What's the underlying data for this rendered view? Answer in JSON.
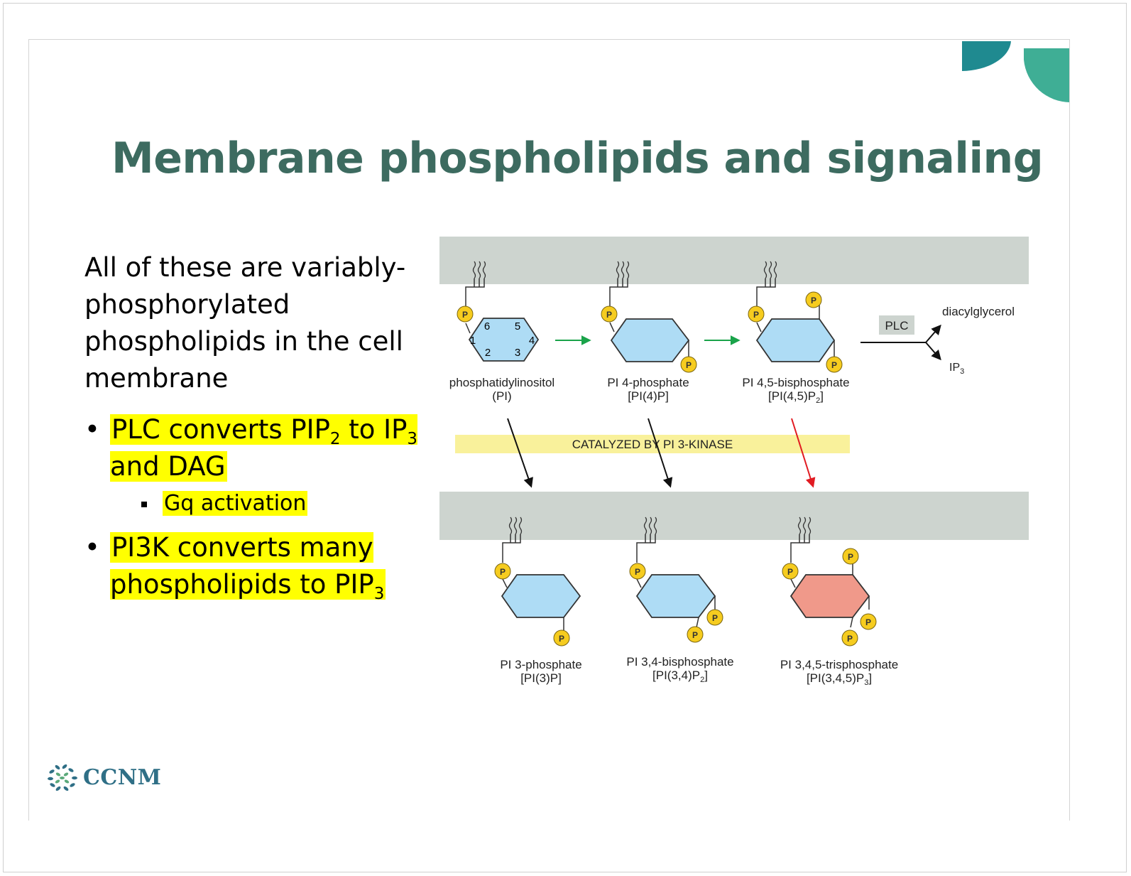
{
  "slide": {
    "title": "Membrane phospholipids and signaling",
    "intro": "All of these are variably-phosphorylated phospholipids in the cell membrane",
    "bullets": [
      {
        "pre": "PLC converts PIP",
        "sub": "2",
        "post": " to IP",
        "sub2": "3",
        "post2": " and DAG"
      },
      {
        "pre": "PI3K converts many phospholipids to PIP",
        "sub": "3"
      }
    ],
    "sub_bullet": "Gq activation",
    "bullet_marker": "•"
  },
  "diagram": {
    "ring_numbers": [
      "6",
      "5",
      "1",
      "4",
      "2",
      "3"
    ],
    "phosphate_label": "P",
    "enzyme_label": "PLC",
    "product_1": "diacylglycerol",
    "product_2_base": "IP",
    "product_2_sub": "3",
    "band_label": "CATALYZED BY PI 3-KINASE",
    "top_row": [
      {
        "name": "phosphatidylinositol",
        "abbr": "(PI)",
        "abbr_sub": "",
        "abbr_end": ""
      },
      {
        "name": "PI 4-phosphate",
        "abbr": "[PI(4)P]",
        "abbr_sub": "",
        "abbr_end": ""
      },
      {
        "name": "PI 4,5-bisphosphate",
        "abbr": "[PI(4,5)P",
        "abbr_sub": "2",
        "abbr_end": "]"
      }
    ],
    "bottom_row": [
      {
        "name": "PI 3-phosphate",
        "abbr": "[PI(3)P]",
        "abbr_sub": "",
        "abbr_end": ""
      },
      {
        "name": "PI 3,4-bisphosphate",
        "abbr": "[PI(3,4)P",
        "abbr_sub": "2",
        "abbr_end": "]"
      },
      {
        "name": "PI 3,4,5-trisphosphate",
        "abbr": "[PI(3,4,5)P",
        "abbr_sub": "3",
        "abbr_end": "]"
      }
    ]
  },
  "logo": {
    "text": "CCNM"
  },
  "colors": {
    "title": "#3d6b60",
    "highlight": "#ffff00",
    "membrane": "#cdd4cf",
    "ring_blue": "#aedcf5",
    "ring_salmon": "#f0998a",
    "phosphate": "#f6cc1f",
    "band": "#f9f19b",
    "arrow_green": "#1aa34a",
    "arrow_red": "#e11b22",
    "accent_teal": "#3fae95",
    "accent_dark": "#1f8a90"
  }
}
